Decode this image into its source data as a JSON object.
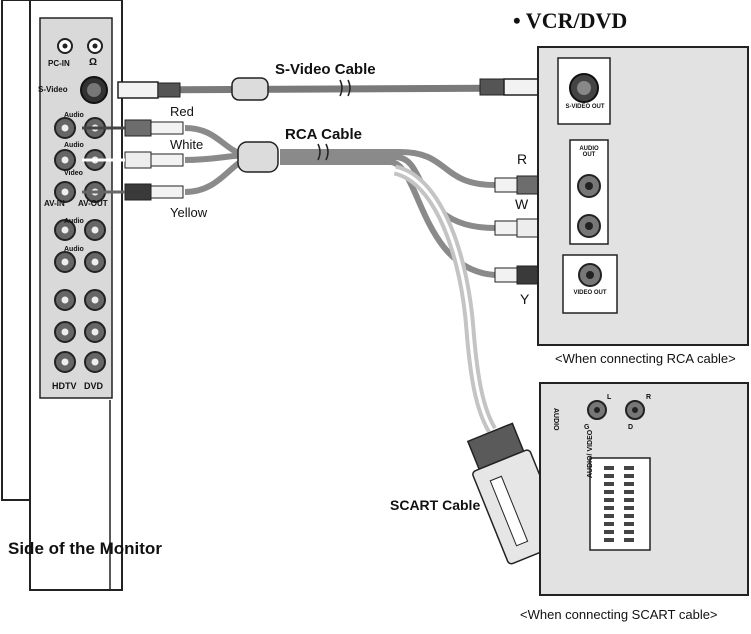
{
  "title": "• VCR/DVD",
  "monitor": {
    "caption": "Side of the Monitor",
    "ports": {
      "pc_in": "PC-IN",
      "headphone": "Ω",
      "s_video": "S-Video",
      "audio_1": "Audio",
      "audio_2": "Audio",
      "video": "Video",
      "av_in": "AV-IN",
      "av_out": "AV-OUT",
      "audio_3": "Audio",
      "audio_4": "Audio",
      "hdtv": "HDTV",
      "dvd": "DVD"
    }
  },
  "cables": {
    "s_video": "S-Video Cable",
    "rca": "RCA Cable",
    "scart": "SCART Cable",
    "red": "Red",
    "white": "White",
    "yellow": "Yellow"
  },
  "vcr": {
    "s_video_out": "S-VIDEO OUT",
    "audio_out": "AUDIO OUT",
    "video_out": "VIDEO OUT",
    "r": "R",
    "w": "W",
    "y": "Y",
    "caption": "<When connecting RCA cable>"
  },
  "scart_device": {
    "audio": "AUDIO",
    "l": "L",
    "r": "R",
    "g": "G",
    "d": "D",
    "audio_video": "AUDIO/ VIDEO",
    "caption": "<When connecting SCART cable>"
  },
  "colors": {
    "cable": "#8a8a8a",
    "panel": "#d9d9d9",
    "device": "#e2e2e2"
  }
}
